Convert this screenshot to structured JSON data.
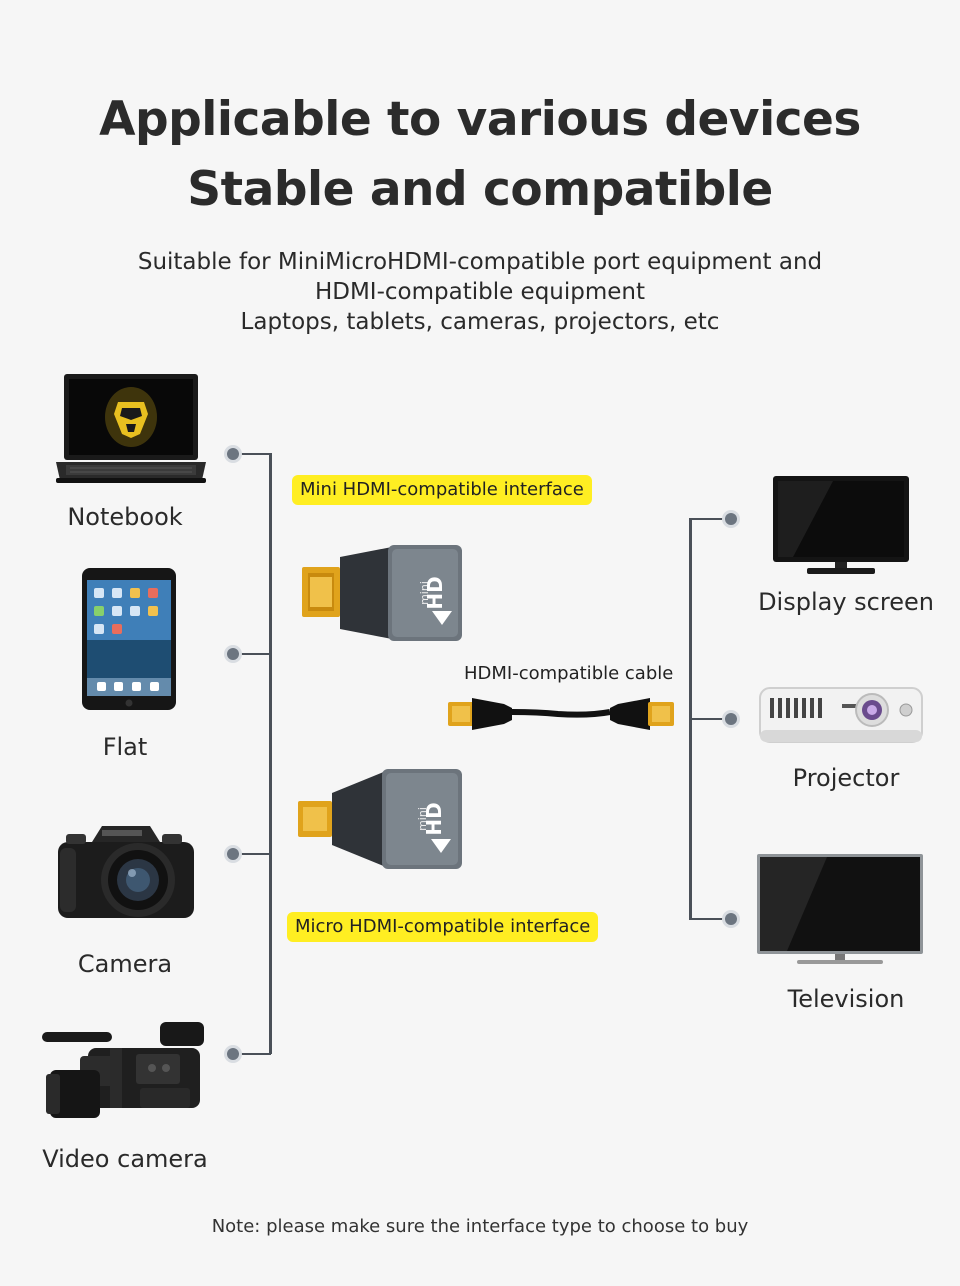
{
  "header": {
    "title_line1": "Applicable to various devices",
    "title_line2": "Stable and compatible",
    "desc_line1": "Suitable for MiniMicroHDMI-compatible port equipment and",
    "desc_line2": "HDMI-compatible equipment",
    "desc_line3": "Laptops, tablets, cameras, projectors, etc"
  },
  "left_devices": [
    {
      "label": "Notebook",
      "icon": "laptop-icon"
    },
    {
      "label": "Flat",
      "icon": "tablet-icon"
    },
    {
      "label": "Camera",
      "icon": "camera-icon"
    },
    {
      "label": "Video camera",
      "icon": "video-camera-icon"
    }
  ],
  "right_devices": [
    {
      "label": "Display screen",
      "icon": "monitor-icon"
    },
    {
      "label": "Projector",
      "icon": "projector-icon"
    },
    {
      "label": "Television",
      "icon": "television-icon"
    }
  ],
  "center": {
    "mini_label": "Mini HDMI-compatible interface",
    "micro_label": "Micro HDMI-compatible  interface",
    "cable_label": "HDMI-compatible cable",
    "adapter_text_small": "mini",
    "adapter_text_large": "HD"
  },
  "footer": {
    "note": "Note: please make sure the interface type to choose to buy"
  },
  "colors": {
    "background": "#f6f6f6",
    "badge": "#ffee22",
    "line": "#4a5058",
    "connector_gold": "#d9a520"
  }
}
